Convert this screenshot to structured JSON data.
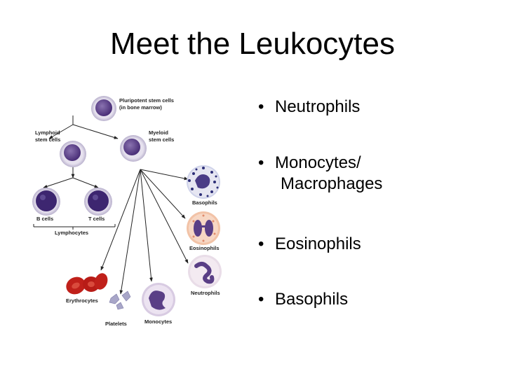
{
  "slide": {
    "title": "Meet the Leukocytes"
  },
  "diagram": {
    "labels": {
      "pluripotent": [
        "Pluripotent stem cells",
        "(in bone marrow)"
      ],
      "lymphoid": [
        "Lymphoid",
        "stem cells"
      ],
      "myeloid": [
        "Myeloid",
        "stem cells"
      ],
      "b_cells": "B cells",
      "t_cells": "T cells",
      "lymphocytes": "Lymphocytes",
      "basophils": "Basophils",
      "eosinophils": "Eosinophils",
      "neutrophils": "Neutrophils",
      "erythrocytes": "Erythrocytes",
      "platelets": "Platelets",
      "monocytes": "Monocytes"
    },
    "colors": {
      "nucleus": "#5a3f86",
      "cell_ring": "#cfc9de",
      "rbc": "#c0201a",
      "eosinophil_cytoplasm": "#f2c3a7",
      "basophil_granules": "#2d2f78",
      "arrow": "#222222"
    }
  },
  "bullets": [
    {
      "lines": [
        "Neutrophils"
      ]
    },
    {
      "lines": [
        "Monocytes/",
        "Macrophages"
      ]
    },
    {
      "lines": [
        "Eosinophils"
      ]
    },
    {
      "lines": [
        "Basophils"
      ]
    }
  ]
}
